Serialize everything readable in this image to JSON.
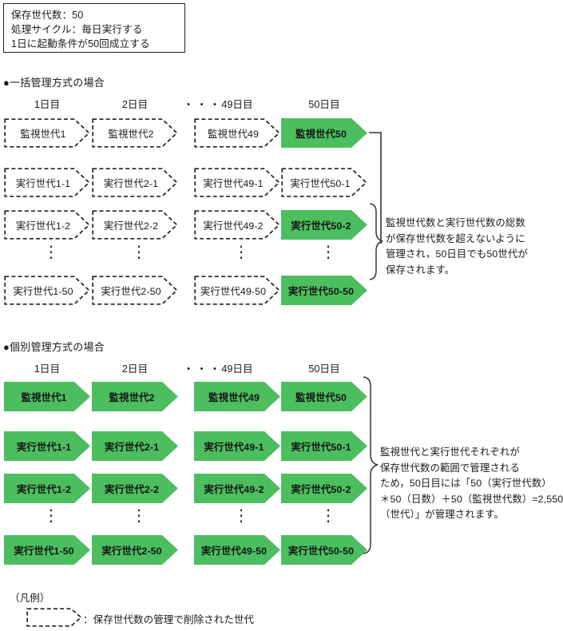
{
  "info_box": {
    "lines": [
      "保存世代数：50",
      "処理サイクル：毎日実行する",
      "1日に起動条件が50回成立する"
    ]
  },
  "colors": {
    "green_fill": "#7bee8b",
    "green_border": "#4cbe5f",
    "dashed_border": "#222222",
    "text": "#1a1a1a"
  },
  "sections": [
    {
      "heading": "●一括管理方式の場合",
      "column_headers": [
        "1日目",
        "2日目",
        "49日目",
        "50日目"
      ],
      "column_gap_marker": "・・・",
      "vertical_ellipsis": "⋮",
      "rows": [
        {
          "cells": [
            {
              "label": "監視世代1",
              "state": "deleted"
            },
            {
              "label": "監視世代2",
              "state": "deleted"
            },
            {
              "label": "監視世代49",
              "state": "deleted"
            },
            {
              "label": "監視世代50",
              "state": "kept"
            }
          ]
        },
        {
          "cells": [
            {
              "label": "実行世代1-1",
              "state": "deleted"
            },
            {
              "label": "実行世代2-1",
              "state": "deleted"
            },
            {
              "label": "実行世代49-1",
              "state": "deleted"
            },
            {
              "label": "実行世代50-1",
              "state": "deleted"
            }
          ]
        },
        {
          "cells": [
            {
              "label": "実行世代1-2",
              "state": "deleted"
            },
            {
              "label": "実行世代2-2",
              "state": "deleted"
            },
            {
              "label": "実行世代49-2",
              "state": "deleted"
            },
            {
              "label": "実行世代50-2",
              "state": "kept"
            }
          ]
        },
        {
          "cells": [
            {
              "label": "実行世代1-50",
              "state": "deleted"
            },
            {
              "label": "実行世代2-50",
              "state": "deleted"
            },
            {
              "label": "実行世代49-50",
              "state": "deleted"
            },
            {
              "label": "実行世代50-50",
              "state": "kept"
            }
          ]
        }
      ],
      "annotation": [
        "監視世代数と実行世代数の総数",
        "が保存世代数を超えないように",
        "管理され，50日目でも50世代が",
        "保存されます。"
      ]
    },
    {
      "heading": "●個別管理方式の場合",
      "column_headers": [
        "1日目",
        "2日目",
        "49日目",
        "50日目"
      ],
      "column_gap_marker": "・・・",
      "vertical_ellipsis": "⋮",
      "rows": [
        {
          "cells": [
            {
              "label": "監視世代1",
              "state": "kept"
            },
            {
              "label": "監視世代2",
              "state": "kept"
            },
            {
              "label": "監視世代49",
              "state": "kept"
            },
            {
              "label": "監視世代50",
              "state": "kept"
            }
          ]
        },
        {
          "cells": [
            {
              "label": "実行世代1-1",
              "state": "kept"
            },
            {
              "label": "実行世代2-1",
              "state": "kept"
            },
            {
              "label": "実行世代49-1",
              "state": "kept"
            },
            {
              "label": "実行世代50-1",
              "state": "kept"
            }
          ]
        },
        {
          "cells": [
            {
              "label": "実行世代1-2",
              "state": "kept"
            },
            {
              "label": "実行世代2-2",
              "state": "kept"
            },
            {
              "label": "実行世代49-2",
              "state": "kept"
            },
            {
              "label": "実行世代50-2",
              "state": "kept"
            }
          ]
        },
        {
          "cells": [
            {
              "label": "実行世代1-50",
              "state": "kept"
            },
            {
              "label": "実行世代2-50",
              "state": "kept"
            },
            {
              "label": "実行世代49-50",
              "state": "kept"
            },
            {
              "label": "実行世代50-50",
              "state": "kept"
            }
          ]
        }
      ],
      "annotation": [
        "監視世代と実行世代それぞれが",
        "保存世代数の範囲で管理される",
        "ため，50日目には「50（実行世代数）",
        "＊50（日数）＋50（監視世代数）=2,550",
        "（世代）」が管理されます。"
      ]
    }
  ],
  "legend": {
    "title": "（凡例）",
    "description": "：保存世代数の管理で削除された世代"
  }
}
